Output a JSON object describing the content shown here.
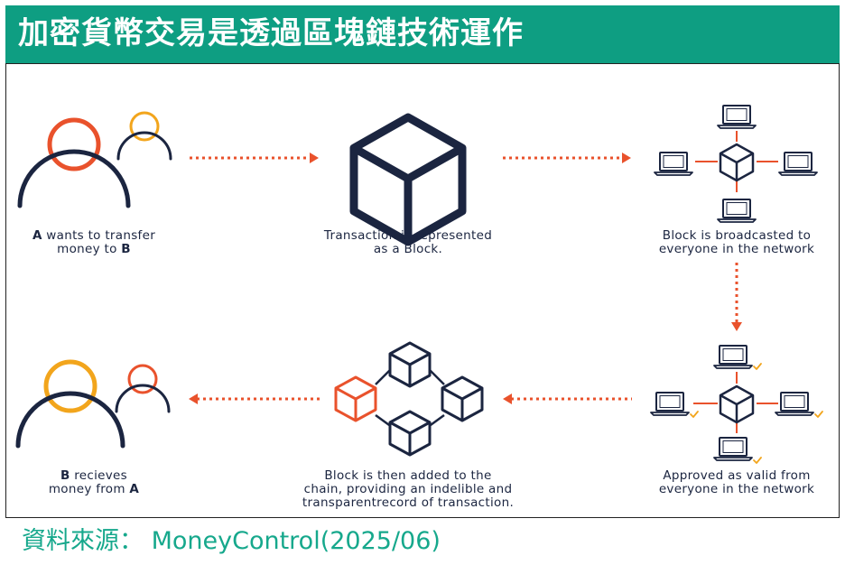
{
  "title": "加密貨幣交易是透過區塊鏈技術運作",
  "steps": {
    "step1": {
      "pre": "",
      "bold1": "A",
      "mid": " wants to transfer",
      "line2": "money to ",
      "bold2": "B"
    },
    "step2": {
      "line1": "Transaction is represented",
      "line2": "as a Block."
    },
    "step3": {
      "line1": "Block is broadcasted to",
      "line2": "everyone in the network"
    },
    "step4": {
      "line1": "Approved as valid from",
      "line2": "everyone in the network"
    },
    "step5": {
      "line1": "Block is then added to the",
      "line2": "chain, providing an indelible and",
      "line3": "transparentrecord of transaction."
    },
    "step6": {
      "bold1": "B",
      "mid": " recieves",
      "line2": "money from ",
      "bold2": "A"
    }
  },
  "source": "資料來源： MoneyControl(2025/06)",
  "colors": {
    "accent": "#0e9e82",
    "orange": "#e9522c",
    "yellow": "#f2a51c",
    "navy": "#1b2540",
    "source": "#16a88c"
  }
}
